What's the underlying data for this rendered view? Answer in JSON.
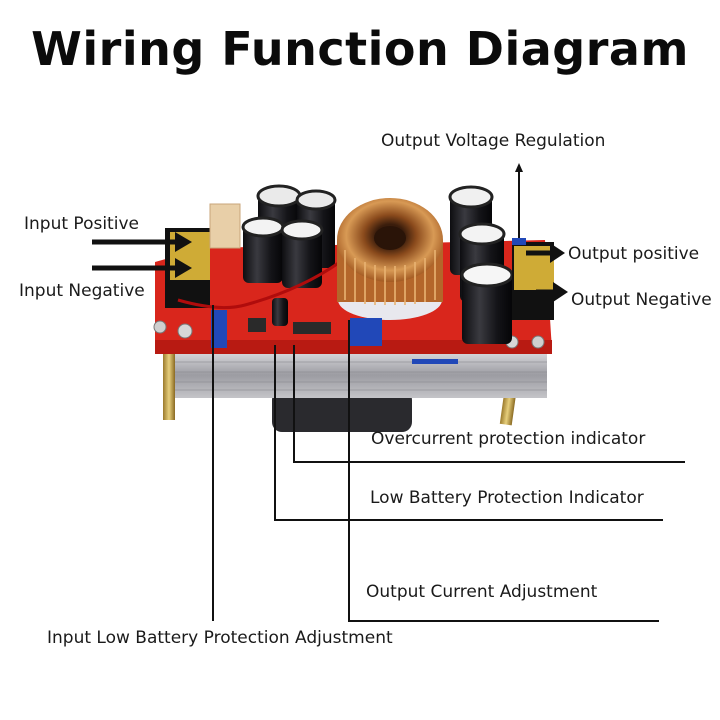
{
  "title": "Wiring Function Diagram",
  "labels": {
    "output_voltage_regulation": "Output Voltage Regulation",
    "input_positive": "Input Positive",
    "input_negative": "Input Negative",
    "output_positive": "Output positive",
    "output_negative": "Output Negative",
    "overcurrent_indicator": "Overcurrent protection indicator",
    "low_battery_indicator": "Low Battery Protection Indicator",
    "output_current_adjustment": "Output Current Adjustment",
    "input_low_battery_adjustment": "Input Low Battery Protection Adjustment"
  },
  "colors": {
    "pcb": "#d9261c",
    "heatsink": "#a9a9ad",
    "coil": "#c87a36",
    "terminal": "#e0b93a",
    "potentiometer": "#2148b8",
    "capacitor": "#1c1c1f",
    "line": "#111111"
  }
}
